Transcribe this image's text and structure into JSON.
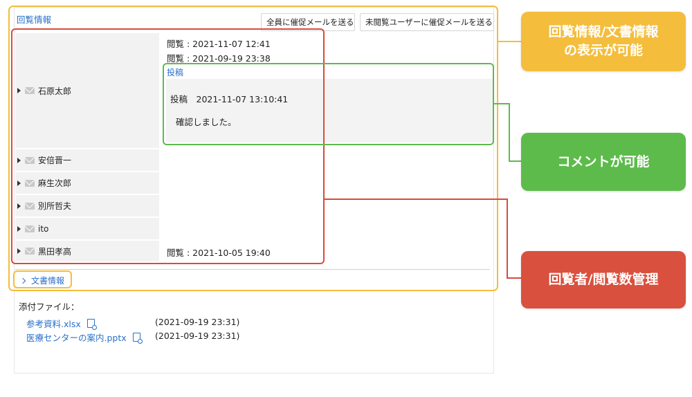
{
  "panel": {
    "section_title": "回覧情報",
    "buttons": {
      "remind_all": "全員に催促メールを送る",
      "remind_unread": "未閲覧ユーザーに催促メールを送る"
    }
  },
  "users": [
    {
      "name": "石原太郎"
    },
    {
      "name": "安倍晋一"
    },
    {
      "name": "麻生次郎"
    },
    {
      "name": "別所哲夫"
    },
    {
      "name": "ito"
    },
    {
      "name": "黒田孝高"
    }
  ],
  "views": {
    "ishihara_1": "閲覧 : 2021-11-07 12:41",
    "ishihara_2": "閲覧 : 2021-09-19 23:38",
    "kuroda": "閲覧 : 2021-10-05 19:40"
  },
  "post": {
    "label": "投稿",
    "meta": "投稿　2021-11-07 13:10:41",
    "body": "確認しました。"
  },
  "doc_info_link": "文書情報",
  "attachments": {
    "title": "添付ファイル：",
    "files": [
      {
        "name": "参考資料.xlsx",
        "date": "(2021-09-19 23:31)"
      },
      {
        "name": "医療センターの案内.pptx",
        "date": "(2021-09-19 23:31)"
      }
    ]
  },
  "callouts": {
    "info": "回覧情報/文書情報\nの表示が可能",
    "comment": "コメントが可能",
    "manage": "回覧者/閲覧数管理"
  },
  "colors": {
    "yellow": "#f4bd3c",
    "green": "#5dbb4b",
    "red": "#d9503e",
    "link": "#2a6fc9"
  }
}
